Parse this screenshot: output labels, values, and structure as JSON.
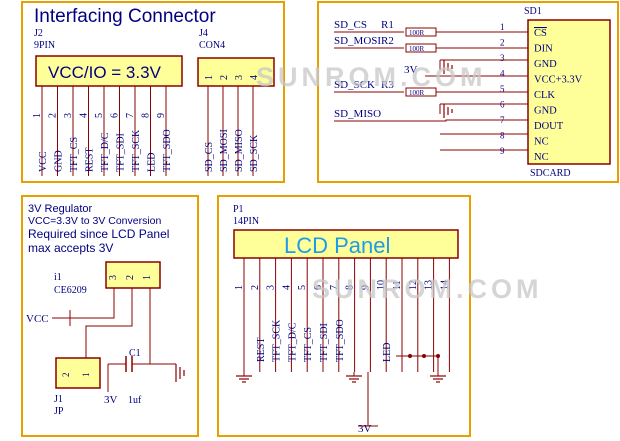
{
  "colors": {
    "frame": "#e8a000",
    "wire": "#8b0000",
    "text": "#000080",
    "header_fill": "#ffff99",
    "box_border": "#8b0000",
    "lcd_text": "#1e9be8",
    "watermark": "#c8c8c8"
  },
  "interfacing": {
    "title": "Interfacing Connector",
    "j2_ref": "J2",
    "j2_type": "9PIN",
    "j2_label": "VCC/IO = 3.3V",
    "j2_pins": [
      "1",
      "2",
      "3",
      "4",
      "5",
      "6",
      "7",
      "8",
      "9"
    ],
    "j2_signals": [
      "VCC",
      "GND",
      "TFT_CS",
      "REST",
      "TFT_D/C",
      "TFT_SDI",
      "TFT_SCK",
      "LED",
      "TFT_SDO"
    ],
    "j4_ref": "J4",
    "j4_type": "CON4",
    "j4_pins": [
      "1",
      "2",
      "3",
      "4"
    ],
    "j4_signals": [
      "SD_CS",
      "SD_MOSI",
      "SD_MISO",
      "SD_SCK"
    ]
  },
  "sdcard": {
    "ref": "SD1",
    "name": "SDCARD",
    "nets": [
      "SD_CS",
      "SD_MOSI",
      "SD_SCK",
      "SD_MISO"
    ],
    "resistors": [
      "R1",
      "R2",
      "R3"
    ],
    "resistor_value": "100R",
    "supply": "3V",
    "pin_numbers": [
      "1",
      "2",
      "3",
      "4",
      "5",
      "6",
      "7",
      "8",
      "9"
    ],
    "pin_names": [
      "CS",
      "DIN",
      "GND",
      "VCC+3.3V",
      "CLK",
      "GND",
      "DOUT",
      "NC",
      "NC"
    ]
  },
  "regulator": {
    "title": "3V Regulator",
    "line1": "VCC=3.3V  to 3V Conversion",
    "line2": "Required since LCD Panel",
    "line3": "max accepts 3V",
    "ic_ref": "i1",
    "ic_name": "CE6209",
    "ic_pins": [
      "3",
      "2",
      "1"
    ],
    "vcc": "VCC",
    "cap_ref": "C1",
    "cap_value": "1uf",
    "jumper_pins": [
      "2",
      "1"
    ],
    "jumper_ref": "J1",
    "jumper_name": "JP",
    "out_label": "3V"
  },
  "lcd": {
    "ref": "P1",
    "type": "14PIN",
    "label": "LCD Panel",
    "pins": [
      "1",
      "2",
      "3",
      "4",
      "5",
      "6",
      "7",
      "8",
      "9",
      "10",
      "11",
      "12",
      "13",
      "14"
    ],
    "signals": [
      "",
      "REST",
      "TFT_SCK",
      "TFT_D/C",
      "TFT_CS",
      "TFT_SDI",
      "TFT_SDO",
      "",
      "",
      "LED",
      "",
      "",
      "",
      ""
    ],
    "supply": "3V"
  },
  "watermark": "SUNROM.COM"
}
